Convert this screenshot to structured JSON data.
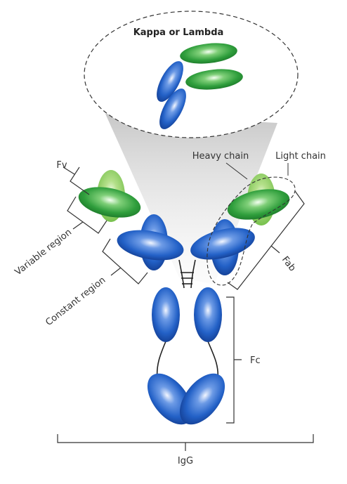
{
  "diagram": {
    "callout_title": "Kappa or Lambda",
    "labels": {
      "heavy_chain": "Heavy chain",
      "light_chain": "Light chain",
      "fv": "Fv",
      "variable_region": "Variable region",
      "constant_region": "Constant region",
      "fab": "Fab",
      "fc": "Fc",
      "igg": "IgG"
    },
    "colors": {
      "heavy_chain": "#1f5fc4",
      "light_chain_dark": "#2ea043",
      "light_chain_light": "#8fd06a",
      "callout_fill": "#d9d9d9"
    }
  }
}
